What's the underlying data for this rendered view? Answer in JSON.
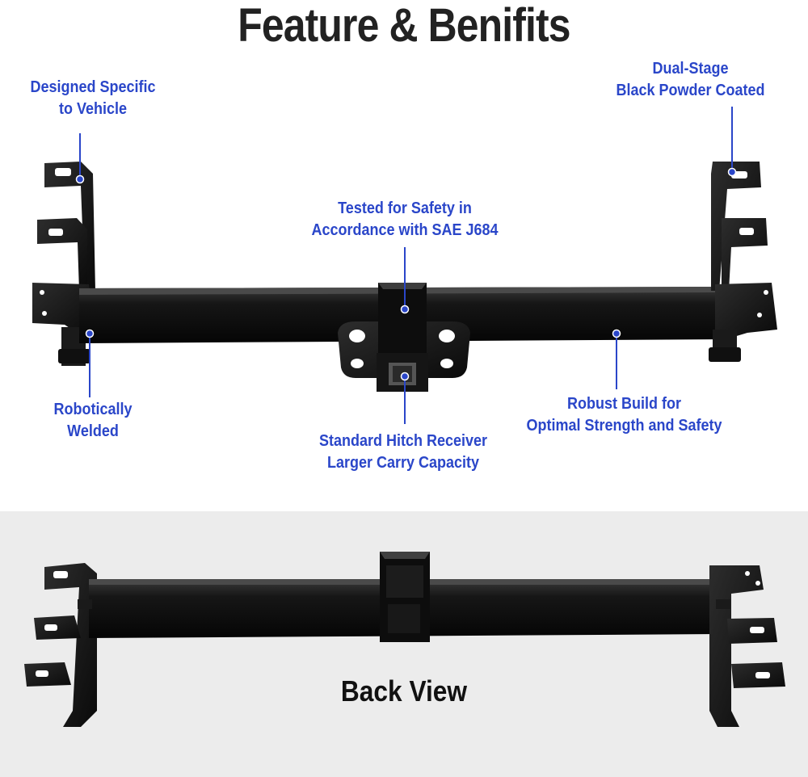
{
  "title": "Feature & Benifits",
  "callouts": {
    "designed": [
      "Designed Specific",
      "to Vehicle"
    ],
    "coated": [
      "Dual-Stage",
      "Black Powder Coated"
    ],
    "tested": [
      "Tested for Safety in",
      "Accordance with SAE J684"
    ],
    "welded": [
      "Robotically",
      "Welded"
    ],
    "receiver": [
      "Standard Hitch Receiver",
      "Larger Carry Capacity"
    ],
    "robust": [
      "Robust Build for",
      "Optimal Strength and Safety"
    ]
  },
  "back_view_label": "Back View",
  "colors": {
    "accent": "#2a46c9",
    "title": "#222222",
    "panel": "#ececec",
    "metal": "#111111"
  }
}
